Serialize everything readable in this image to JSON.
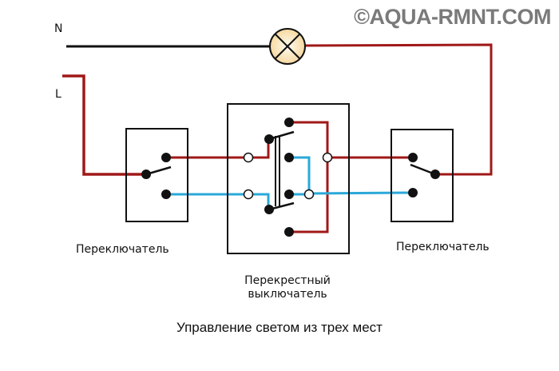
{
  "watermark": "©AQUA-RMNT.COM",
  "labels": {
    "neutral": "N",
    "line": "L",
    "switch_left": "Переключатель",
    "switch_right": "Переключатель",
    "cross_switch_line1": "Перекрестный",
    "cross_switch_line2": "выключатель"
  },
  "caption": "Управление светом из трех мест",
  "colors": {
    "phase_wire": "#a01818",
    "traveler_wire": "#2aa8d8",
    "neutral_wire": "#111111",
    "lamp_fill": "#fbe7bf",
    "outline": "#111111"
  }
}
